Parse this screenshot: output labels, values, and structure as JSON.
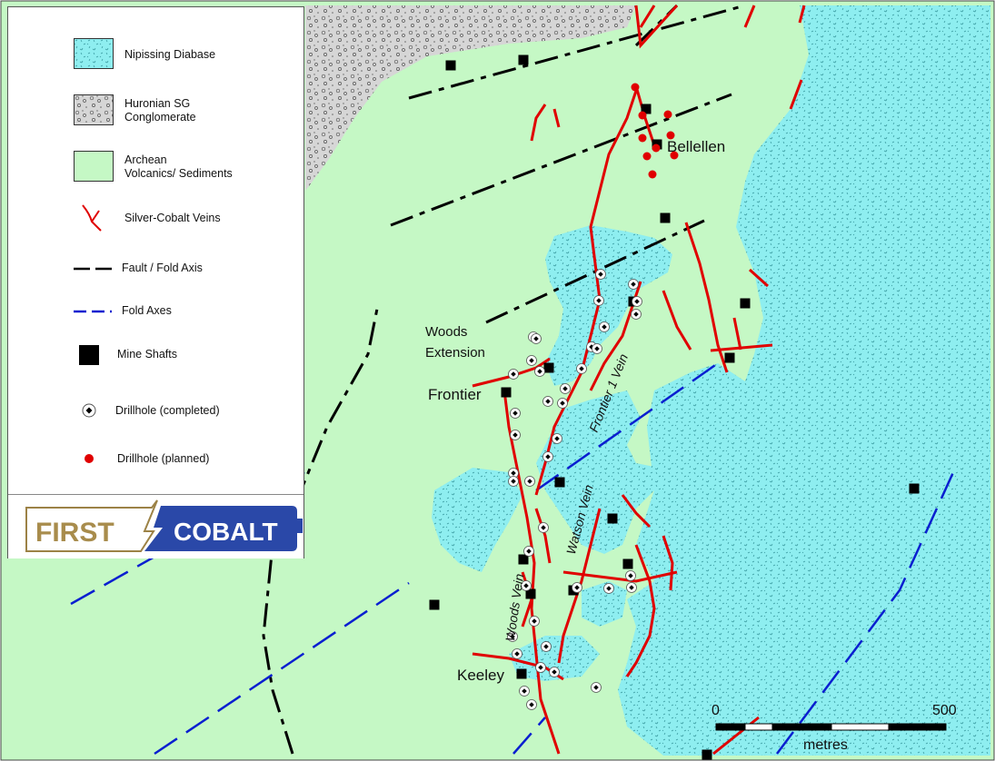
{
  "legend": {
    "items": [
      {
        "key": "diabase",
        "label": "Nipissing Diabase"
      },
      {
        "key": "conglomerate",
        "label": "Huronian SG\nConglomerate"
      },
      {
        "key": "archean",
        "label": "Archean\nVolcanics/ Sediments"
      },
      {
        "key": "veins",
        "label": "Silver-Cobalt Veins"
      },
      {
        "key": "fault",
        "label": "Fault / Fold Axis"
      },
      {
        "key": "fold",
        "label": "Fold Axes"
      },
      {
        "key": "shafts",
        "label": "Mine Shafts"
      },
      {
        "key": "dh_completed",
        "label": "Drillhole (completed)"
      },
      {
        "key": "dh_planned",
        "label": "Drillhole (planned)"
      }
    ]
  },
  "logo": {
    "word1": "FIRST",
    "word2": "COBALT"
  },
  "places": {
    "bellellen": "Bellellen",
    "woods_extension_1": "Woods",
    "woods_extension_2": "Extension",
    "frontier": "Frontier",
    "keeley": "Keeley"
  },
  "veins": {
    "frontier1": "Frontier 1 Vein",
    "watson": "Watson Vein",
    "woods": "Woods Vein"
  },
  "scale": {
    "start": "0",
    "end": "500",
    "unit": "metres"
  },
  "colors": {
    "diabase": "#8eeef0",
    "archean": "#c5f8c5",
    "conglomerate": "#d6d6d6",
    "vein": "#e00000",
    "fault": "#000000",
    "fold": "#0a1fd0",
    "planned": "#e00000"
  }
}
